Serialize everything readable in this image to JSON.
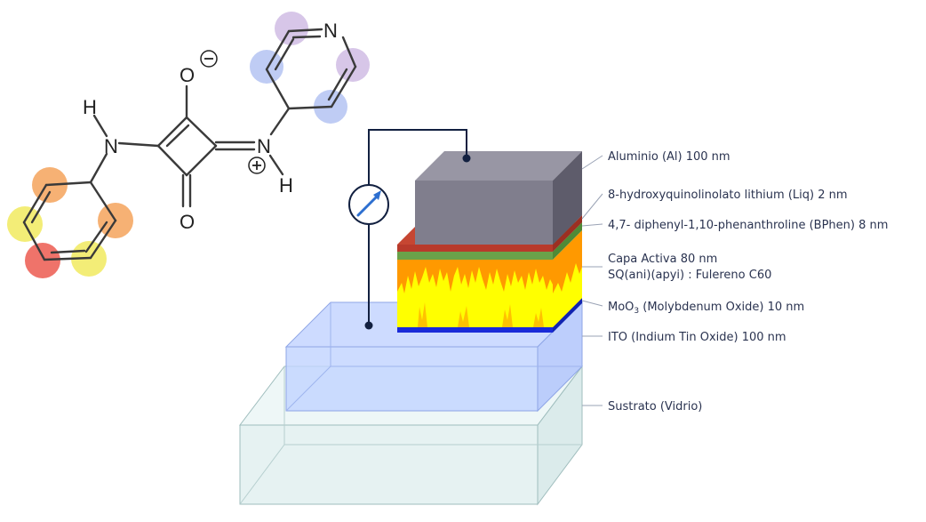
{
  "molecule": {
    "atoms": {
      "oxygen_top": "O",
      "oxygen_bottom": "O",
      "nitrogen_left": "N",
      "hydrogen_left": "H",
      "nitrogen_right": "N",
      "hydrogen_right": "H",
      "pyridine_nitrogen": "N"
    },
    "charges": {
      "negative": "−",
      "positive": "+"
    },
    "highlight_colors": {
      "orange": "#f5a35c",
      "yellow": "#f1ea5f",
      "red": "#ec5a50",
      "lavender": "#c9b3e0",
      "blue": "#a9bbf0"
    }
  },
  "device": {
    "colors": {
      "aluminum": "#7f7d8c",
      "liq": "#b83a2b",
      "bphen": "#6aa24a",
      "active_orange": "#ff9900",
      "active_yellow": "#ffff00",
      "moo3": "#1a2bd8",
      "ito": "#c8d8ff",
      "glass": "#dcecec",
      "wire": "#122040"
    }
  },
  "layers": [
    {
      "id": "al",
      "label": "Aluminio (Al) 100 nm"
    },
    {
      "id": "liq",
      "label": "8-hydroxyquinolinolato lithium (Liq) 2 nm"
    },
    {
      "id": "bphen",
      "label": "4,7- diphenyl-1,10-phenanthroline (BPhen) 8 nm"
    },
    {
      "id": "active",
      "label": "Capa Activa 80 nm",
      "label2": "SQ(ani)(apyi) : Fulereno C60"
    },
    {
      "id": "moo3",
      "label_pre": "MoO",
      "label_sub": "3",
      "label_post": " (Molybdenum Oxide)  10 nm"
    },
    {
      "id": "ito",
      "label": "ITO (Indium Tin Oxide)  100 nm"
    },
    {
      "id": "substrate",
      "label": "Sustrato (Vidrio)"
    }
  ]
}
